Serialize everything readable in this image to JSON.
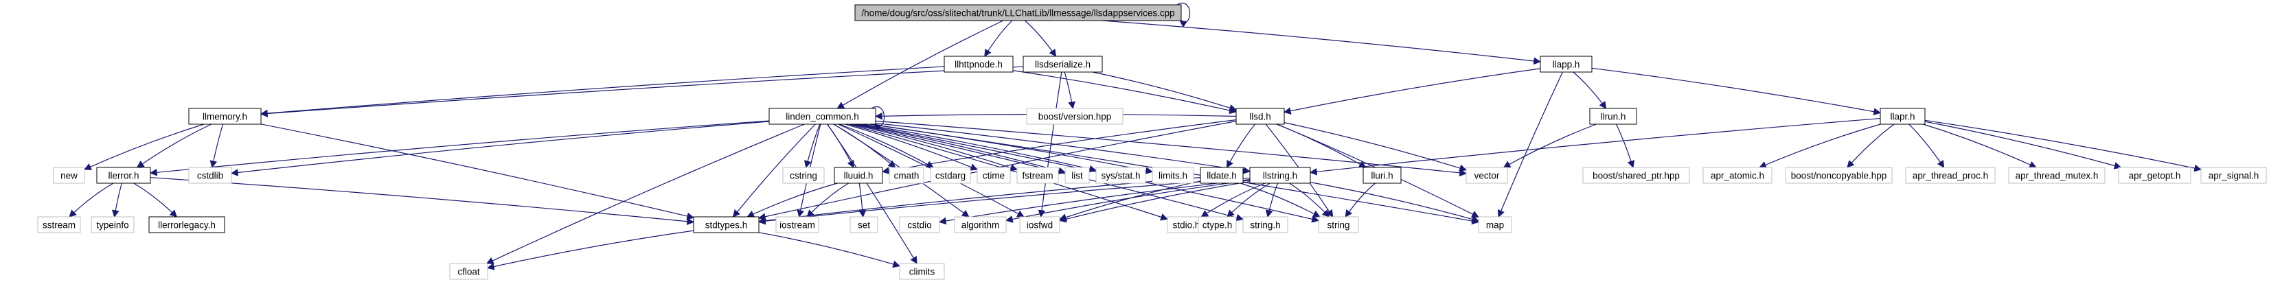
{
  "diagram": {
    "root": "/home/doug/src/oss/slitechat/trunk/LLChatLib/llmessage/llsdappservices.cpp",
    "nodes": [
      {
        "id": "root",
        "label": "/home/doug/src/oss/slitechat/trunk/LLChatLib/llmessage/llsdappservices.cpp",
        "style": "root"
      },
      {
        "id": "llhttpnode",
        "label": "llhttpnode.h",
        "style": "documented"
      },
      {
        "id": "llsdserialize",
        "label": "llsdserialize.h",
        "style": "documented"
      },
      {
        "id": "llapp",
        "label": "llapp.h",
        "style": "documented"
      },
      {
        "id": "llmemory",
        "label": "llmemory.h",
        "style": "documented"
      },
      {
        "id": "linden_common",
        "label": "linden_common.h",
        "style": "documented"
      },
      {
        "id": "boost_version",
        "label": "boost/version.hpp",
        "style": "external"
      },
      {
        "id": "llsd",
        "label": "llsd.h",
        "style": "documented"
      },
      {
        "id": "llrun",
        "label": "llrun.h",
        "style": "documented"
      },
      {
        "id": "llapr",
        "label": "llapr.h",
        "style": "documented"
      },
      {
        "id": "new",
        "label": "new",
        "style": "external"
      },
      {
        "id": "llerror",
        "label": "llerror.h",
        "style": "documented"
      },
      {
        "id": "cstdlib",
        "label": "cstdlib",
        "style": "external"
      },
      {
        "id": "cmath",
        "label": "cmath",
        "style": "external"
      },
      {
        "id": "cstdarg",
        "label": "cstdarg",
        "style": "external"
      },
      {
        "id": "ctime",
        "label": "ctime",
        "style": "external"
      },
      {
        "id": "fstream",
        "label": "fstream",
        "style": "external"
      },
      {
        "id": "list",
        "label": "list",
        "style": "external"
      },
      {
        "id": "sysstat",
        "label": "sys/stat.h",
        "style": "external"
      },
      {
        "id": "limits",
        "label": "limits.h",
        "style": "external"
      },
      {
        "id": "cstring",
        "label": "cstring",
        "style": "external"
      },
      {
        "id": "lluuid",
        "label": "lluuid.h",
        "style": "documented"
      },
      {
        "id": "lldate",
        "label": "lldate.h",
        "style": "documented"
      },
      {
        "id": "llstring",
        "label": "llstring.h",
        "style": "documented"
      },
      {
        "id": "lluri",
        "label": "lluri.h",
        "style": "documented"
      },
      {
        "id": "vector",
        "label": "vector",
        "style": "external"
      },
      {
        "id": "boost_shared",
        "label": "boost/shared_ptr.hpp",
        "style": "external"
      },
      {
        "id": "apr_atomic",
        "label": "apr_atomic.h",
        "style": "external"
      },
      {
        "id": "boost_noncopyable",
        "label": "boost/noncopyable.hpp",
        "style": "external"
      },
      {
        "id": "apr_thread_proc",
        "label": "apr_thread_proc.h",
        "style": "external"
      },
      {
        "id": "apr_thread_mutex",
        "label": "apr_thread_mutex.h",
        "style": "external"
      },
      {
        "id": "apr_getopt",
        "label": "apr_getopt.h",
        "style": "external"
      },
      {
        "id": "apr_signal",
        "label": "apr_signal.h",
        "style": "external"
      },
      {
        "id": "sstream",
        "label": "sstream",
        "style": "external"
      },
      {
        "id": "typeinfo",
        "label": "typeinfo",
        "style": "external"
      },
      {
        "id": "llerrorlegacy",
        "label": "llerrorlegacy.h",
        "style": "documented"
      },
      {
        "id": "stdtypes",
        "label": "stdtypes.h",
        "style": "documented"
      },
      {
        "id": "iostream",
        "label": "iostream",
        "style": "external"
      },
      {
        "id": "set",
        "label": "set",
        "style": "external"
      },
      {
        "id": "cstdio",
        "label": "cstdio",
        "style": "external"
      },
      {
        "id": "algorithm",
        "label": "algorithm",
        "style": "external"
      },
      {
        "id": "iosfwd",
        "label": "iosfwd",
        "style": "external"
      },
      {
        "id": "stdio",
        "label": "stdio.h",
        "style": "external"
      },
      {
        "id": "ctype",
        "label": "ctype.h",
        "style": "external"
      },
      {
        "id": "stringh",
        "label": "string.h",
        "style": "external"
      },
      {
        "id": "string",
        "label": "string",
        "style": "external"
      },
      {
        "id": "map",
        "label": "map",
        "style": "external"
      },
      {
        "id": "cfloat",
        "label": "cfloat",
        "style": "external"
      },
      {
        "id": "climits",
        "label": "climits",
        "style": "external"
      }
    ],
    "edges": [
      [
        "root",
        "root"
      ],
      [
        "root",
        "llhttpnode"
      ],
      [
        "root",
        "llsdserialize"
      ],
      [
        "root",
        "llapp"
      ],
      [
        "root",
        "linden_common"
      ],
      [
        "llhttpnode",
        "llmemory"
      ],
      [
        "llhttpnode",
        "llsd"
      ],
      [
        "llsdserialize",
        "llmemory"
      ],
      [
        "llsdserialize",
        "boost_version"
      ],
      [
        "llsdserialize",
        "llsd"
      ],
      [
        "llsdserialize",
        "iosfwd"
      ],
      [
        "llapp",
        "llsd"
      ],
      [
        "llapp",
        "llrun"
      ],
      [
        "llapp",
        "llapr"
      ],
      [
        "llapp",
        "map"
      ],
      [
        "llmemory",
        "new"
      ],
      [
        "llmemory",
        "llerror"
      ],
      [
        "llmemory",
        "cstdlib"
      ],
      [
        "llmemory",
        "stdtypes"
      ],
      [
        "linden_common",
        "linden_common"
      ],
      [
        "linden_common",
        "llerror"
      ],
      [
        "linden_common",
        "cstdlib"
      ],
      [
        "linden_common",
        "cmath"
      ],
      [
        "linden_common",
        "cstdarg"
      ],
      [
        "linden_common",
        "ctime"
      ],
      [
        "linden_common",
        "fstream"
      ],
      [
        "linden_common",
        "list"
      ],
      [
        "linden_common",
        "sysstat"
      ],
      [
        "linden_common",
        "limits"
      ],
      [
        "linden_common",
        "cstring"
      ],
      [
        "linden_common",
        "stdtypes"
      ],
      [
        "linden_common",
        "cfloat"
      ],
      [
        "linden_common",
        "iostream"
      ],
      [
        "linden_common",
        "algorithm"
      ],
      [
        "linden_common",
        "iosfwd"
      ],
      [
        "linden_common",
        "climits"
      ],
      [
        "linden_common",
        "stdio"
      ],
      [
        "linden_common",
        "lluuid"
      ],
      [
        "linden_common",
        "llstring"
      ],
      [
        "linden_common",
        "string"
      ],
      [
        "linden_common",
        "map"
      ],
      [
        "linden_common",
        "vector"
      ],
      [
        "linden_common",
        "stringh"
      ],
      [
        "llsd",
        "linden_common"
      ],
      [
        "llsd",
        "lluuid"
      ],
      [
        "llsd",
        "lldate"
      ],
      [
        "llsd",
        "lluri"
      ],
      [
        "llsd",
        "vector"
      ],
      [
        "llsd",
        "map"
      ],
      [
        "llsd",
        "string"
      ],
      [
        "llsd",
        "stdtypes"
      ],
      [
        "llrun",
        "vector"
      ],
      [
        "llrun",
        "boost_shared"
      ],
      [
        "llapr",
        "llstring"
      ],
      [
        "llapr",
        "apr_atomic"
      ],
      [
        "llapr",
        "boost_noncopyable"
      ],
      [
        "llapr",
        "apr_thread_proc"
      ],
      [
        "llapr",
        "apr_thread_mutex"
      ],
      [
        "llapr",
        "apr_getopt"
      ],
      [
        "llapr",
        "apr_signal"
      ],
      [
        "llerror",
        "sstream"
      ],
      [
        "llerror",
        "typeinfo"
      ],
      [
        "llerror",
        "llerrorlegacy"
      ],
      [
        "llerror",
        "stdtypes"
      ],
      [
        "lluuid",
        "stdtypes"
      ],
      [
        "lluuid",
        "iostream"
      ],
      [
        "lluuid",
        "set"
      ],
      [
        "lldate",
        "stdtypes"
      ],
      [
        "lldate",
        "iosfwd"
      ],
      [
        "lldate",
        "string"
      ],
      [
        "llstring",
        "stdtypes"
      ],
      [
        "llstring",
        "cstdio"
      ],
      [
        "llstring",
        "algorithm"
      ],
      [
        "llstring",
        "iosfwd"
      ],
      [
        "llstring",
        "stdio"
      ],
      [
        "llstring",
        "ctype"
      ],
      [
        "llstring",
        "stringh"
      ],
      [
        "llstring",
        "string"
      ],
      [
        "llstring",
        "map"
      ],
      [
        "lluri",
        "string"
      ],
      [
        "stdtypes",
        "cfloat"
      ],
      [
        "stdtypes",
        "climits"
      ]
    ]
  }
}
